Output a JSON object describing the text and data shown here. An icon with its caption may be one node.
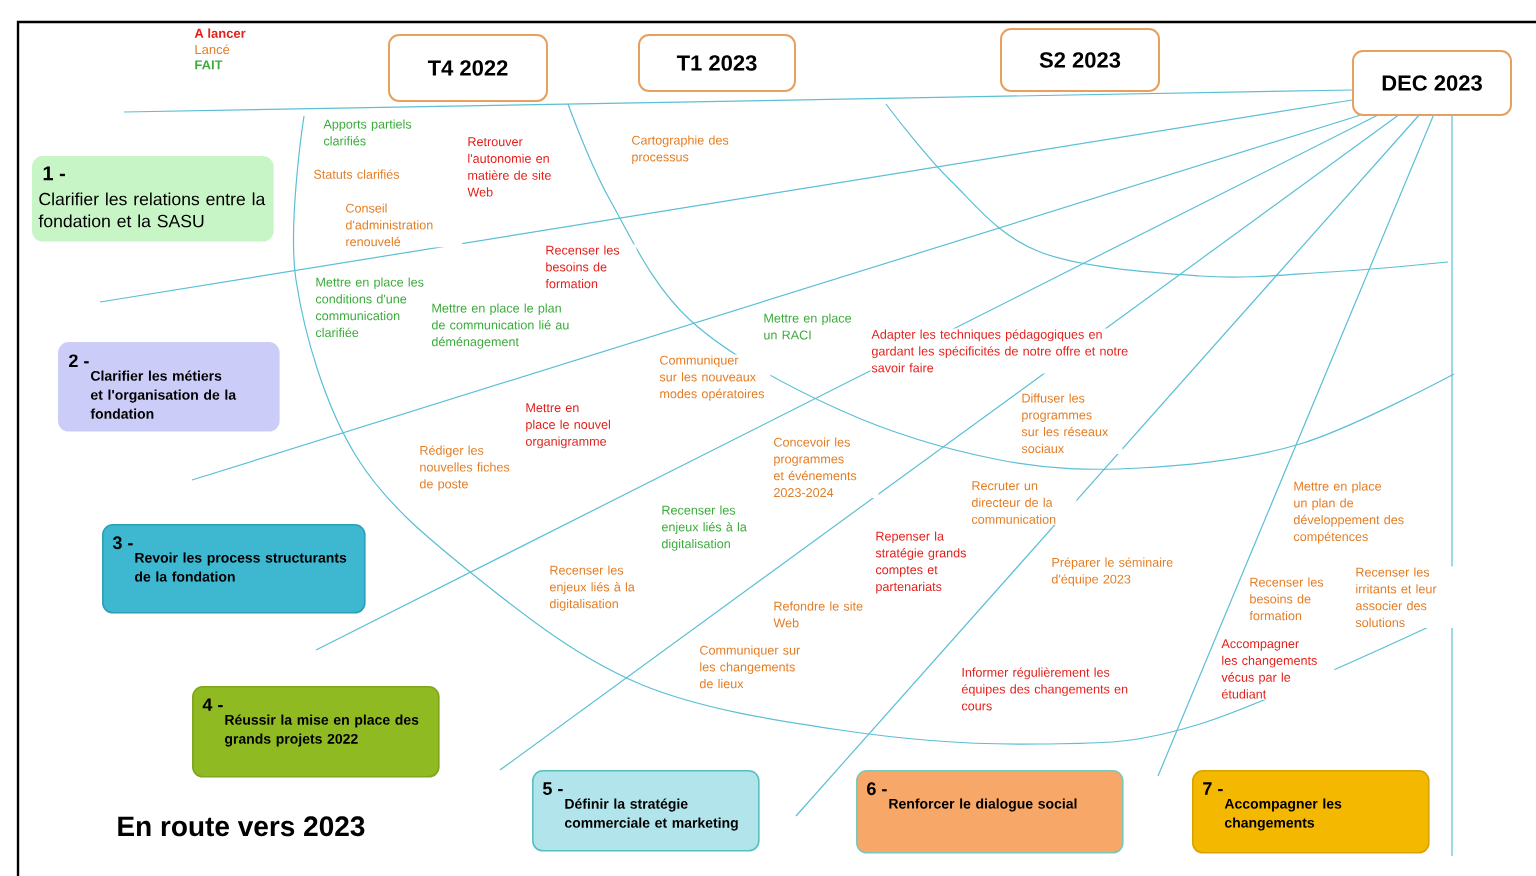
{
  "diagram": {
    "title": "En route vers 2023",
    "nodes": [
      {
        "text": [
          "T4 2022"
        ]
      },
      {
        "text": [
          "T1 2023"
        ]
      },
      {
        "text": [
          "S2 2023"
        ]
      },
      {
        "text": [
          "DEC 2023"
        ]
      },
      {
        "text": [
          "1 -",
          "Clarifier les relations entre la fondation et la SASU"
        ]
      },
      {
        "text": [
          "2 -",
          "Clarifier les métiers et l'organisation de la fondation"
        ]
      },
      {
        "text": [
          "3 -",
          "Revoir les process structurants de la fondation"
        ]
      },
      {
        "text": [
          "4 -",
          "Réussir la mise en place des grands projets 2022"
        ]
      },
      {
        "text": [
          "5 -",
          "Définir la stratégie commerciale et marketing"
        ]
      },
      {
        "text": [
          "6 -",
          "Renforcer le dialogue social"
        ]
      },
      {
        "text": [
          "7 -",
          "Accompagner les changements"
        ]
      }
    ],
    "labels": [
      "Apports partiels clarifiés",
      "Cartographie des processus",
      "Retrouver l'autonomie en matière de site Web",
      "Statuts clarifiés",
      "Conseil d'administration renouvelé",
      "Recenser les besoins de formation",
      "Mettre en place les conditions d'une communication clarifiée",
      "Mettre en place le plan de communication lié au déménagement",
      "Mettre en place un RACI",
      "Adapter les techniques pédagogiques en gardant les spécificités de notre offre et notre savoir faire",
      "Communiquer sur les nouveaux modes opératoires",
      "Diffuser les programmes sur les réseaux sociaux",
      "Mettre en place le nouvel organigramme",
      "Concevoir les programmes et événements 2023-2024",
      "Rédiger les nouvelles fiches de poste",
      "Mettre en place un plan de développement des compétences",
      "Recruter un directeur de la communication",
      "Recenser les enjeux liés à la digitalisation",
      "Repenser la stratégie grands comptes et partenariats",
      "Préparer le séminaire d'équipe 2023",
      "Recenser les enjeux liés à la digitalisation",
      "Recenser les irritants et leur associer des solutions",
      "Recenser les besoins de formation",
      "Refondre le site Web",
      "Accompagner les changements vécus par le étudiant",
      "Communiquer sur les changements de lieux",
      "Informer régulièrement les équipes des changements en cours"
    ],
    "legend": [
      {
        "text": "A lancer",
        "color": "#e3201b"
      },
      {
        "text": "Lancé",
        "color": "#e47c22"
      },
      {
        "text": "FAIT",
        "color": "#3aab3a"
      }
    ]
  }
}
